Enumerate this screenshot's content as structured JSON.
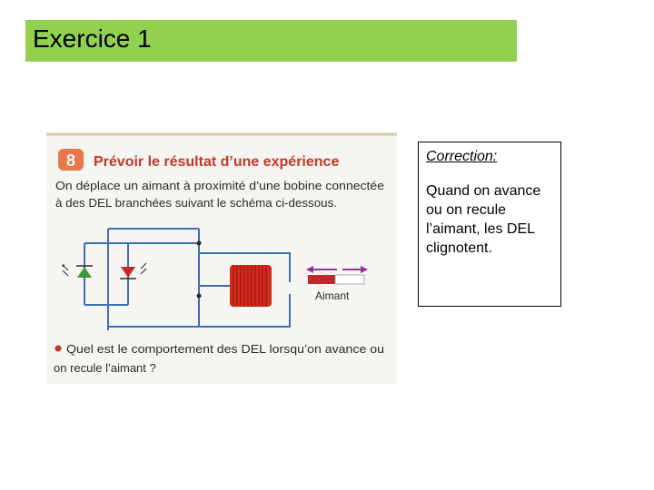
{
  "slide": {
    "title": "Exercice 1",
    "accent_color": "#92d050"
  },
  "exercise": {
    "number": "8",
    "heading": "Prévoir le résultat d’une expérience",
    "statement_line1": "On déplace un aimant à proximité d’une bobine connectée",
    "statement_line2": "à des DEL branchées suivant le schéma ci-dessous.",
    "magnet_label": "Aimant",
    "question_line1": "Quel est le comportement des DEL lorsqu’on avance ou",
    "question_line2": "on recule l’aimant ?",
    "number_badge_color": "#e8774a",
    "heading_color": "#c0392b",
    "coil_color": "#d42a1c",
    "arrow_color": "#8a3b8f",
    "led_colors": [
      "#3c9a3c",
      "#c0282b"
    ]
  },
  "correction": {
    "heading": "Correction:",
    "text": "Quand on avance ou on recule l’aimant, les DEL clignotent."
  }
}
